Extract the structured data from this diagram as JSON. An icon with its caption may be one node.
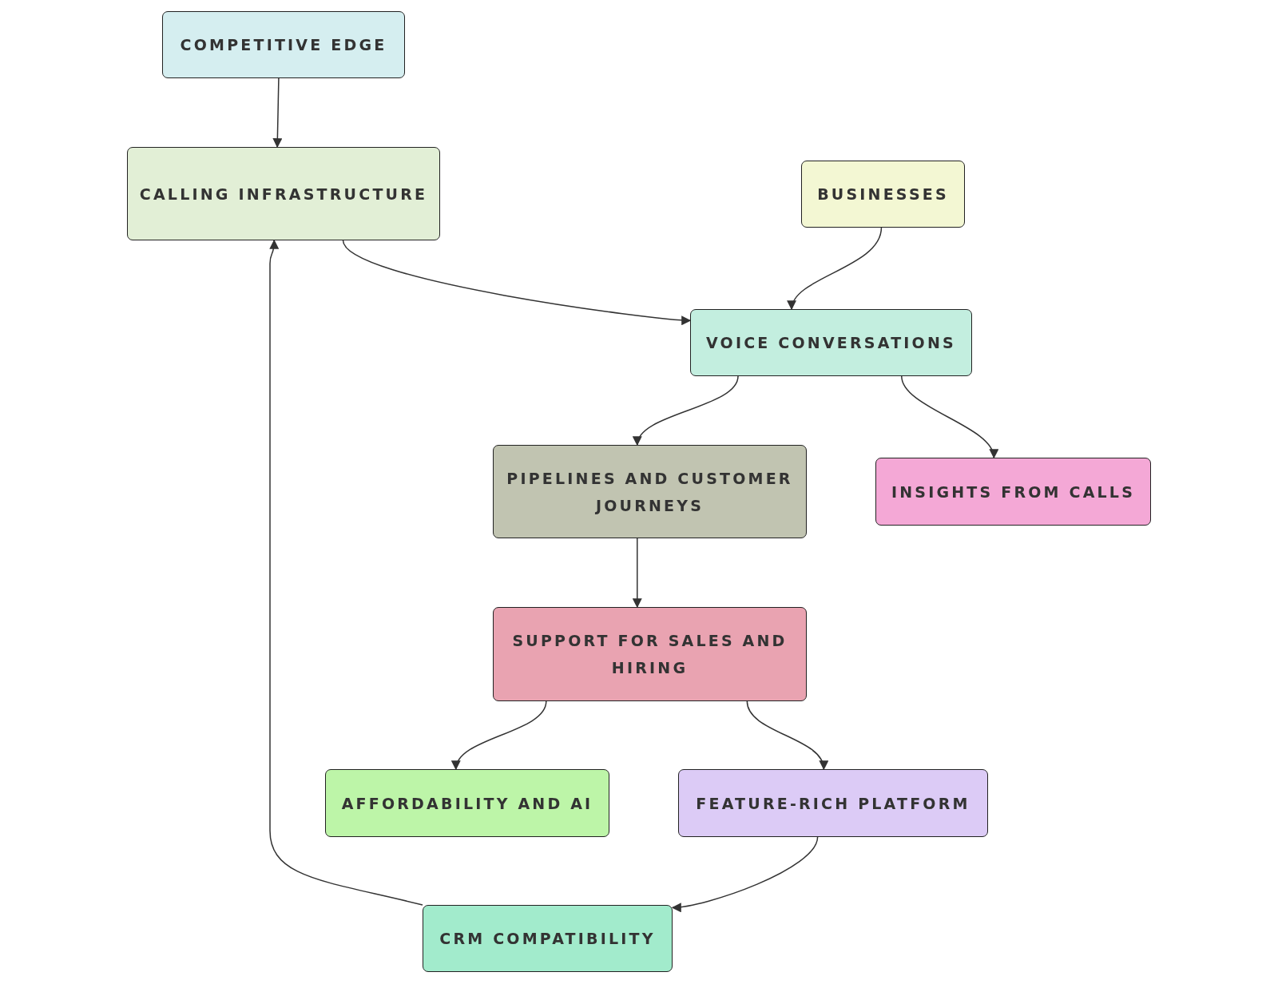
{
  "diagram": {
    "nodes": [
      {
        "text": [
          "COMPETITIVE EDGE"
        ]
      },
      {
        "text": [
          "CALLING INFRASTRUCTURE"
        ]
      },
      {
        "text": [
          "BUSINESSES"
        ]
      },
      {
        "text": [
          "VOICE CONVERSATIONS"
        ]
      },
      {
        "text": [
          "PIPELINES AND CUSTOMER JOURNEYS"
        ]
      },
      {
        "text": [
          "INSIGHTS FROM CALLS"
        ]
      },
      {
        "text": [
          "SUPPORT FOR SALES AND HIRING"
        ]
      },
      {
        "text": [
          "AFFORDABILITY AND AI"
        ]
      },
      {
        "text": [
          "FEATURE-RICH PLATFORM"
        ]
      },
      {
        "text": [
          "CRM COMPATIBILITY"
        ]
      }
    ],
    "edges": [
      {
        "from": 0,
        "to": 1,
        "arrow": "to"
      },
      {
        "from": 1,
        "to": 3,
        "arrow": "to"
      },
      {
        "from": 2,
        "to": 3,
        "arrow": "to"
      },
      {
        "from": 3,
        "to": 4,
        "arrow": "to"
      },
      {
        "from": 3,
        "to": 5,
        "arrow": "to"
      },
      {
        "from": 4,
        "to": 6,
        "arrow": "to"
      },
      {
        "from": 6,
        "to": 7,
        "arrow": "to"
      },
      {
        "from": 6,
        "to": 8,
        "arrow": "to"
      },
      {
        "from": 8,
        "to": 9,
        "arrow": "to"
      },
      {
        "from": 9,
        "to": 1,
        "arrow": "to"
      }
    ]
  }
}
